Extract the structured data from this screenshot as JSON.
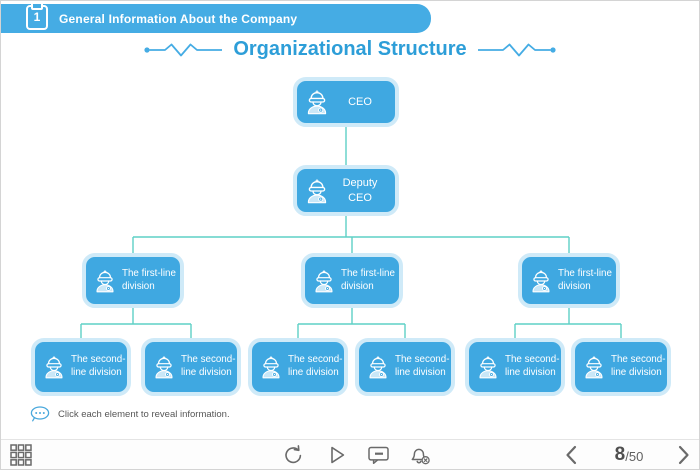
{
  "header": {
    "number": "1",
    "title": "General Information About the Company"
  },
  "slide": {
    "title": "Organizational Structure"
  },
  "org_chart": {
    "ceo": {
      "label": "CEO"
    },
    "deputy_ceo": {
      "label": "Deputy CEO"
    },
    "first_line": [
      {
        "line1": "The first-line",
        "line2": "division"
      },
      {
        "line1": "The first-line",
        "line2": "division"
      },
      {
        "line1": "The first-line",
        "line2": "division"
      }
    ],
    "second_line": [
      {
        "line1": "The second-",
        "line2": "line division"
      },
      {
        "line1": "The second-",
        "line2": "line division"
      },
      {
        "line1": "The second-",
        "line2": "line division"
      },
      {
        "line1": "The second-",
        "line2": "line division"
      },
      {
        "line1": "The second-",
        "line2": "line division"
      },
      {
        "line1": "The second-",
        "line2": "line division"
      }
    ]
  },
  "hint": {
    "text": "Click each element to reveal information."
  },
  "toolbar": {
    "page": {
      "current": "8",
      "total": "/50"
    }
  },
  "icons": {
    "header": "clipboard-icon",
    "node": "officer-icon",
    "hint": "speech-bubble-icon",
    "toolbar": [
      "menu-grid-icon",
      "replay-icon",
      "play-icon",
      "comments-icon",
      "notifications-off-icon",
      "prev-icon",
      "next-icon"
    ]
  },
  "colors": {
    "accent_blue": "#45ace4",
    "node_blue": "#3fa8e1",
    "node_glow": "#cfeaf8",
    "title_blue": "#2d9ed8",
    "connector_teal": "#5ed0c6",
    "toolbar_icon_gray": "#6a6a6a",
    "hint_text_gray": "#575757"
  }
}
